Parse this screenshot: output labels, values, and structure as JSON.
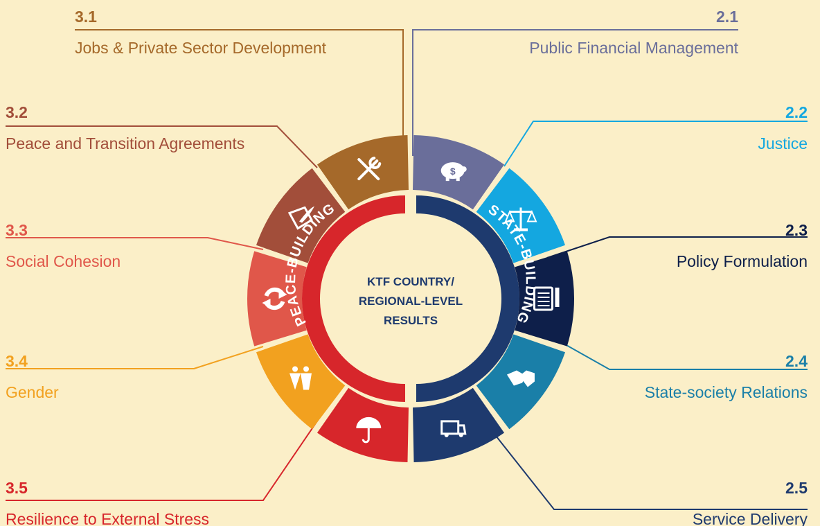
{
  "center": {
    "line1": "KTF COUNTRY/",
    "line2": "REGIONAL-LEVEL",
    "line3": "RESULTS"
  },
  "inner": {
    "peace": "PEACE-BUILDING",
    "state": "STATE-BUILDING"
  },
  "colors": {
    "background": "#fbefc8",
    "peace": "#d7262b",
    "state": "#1e3a6e"
  },
  "items": [
    {
      "id": "3.1",
      "number": "3.1",
      "label": "Jobs & Private Sector Development",
      "color": "#a5692a",
      "icon": "tools-icon"
    },
    {
      "id": "2.1",
      "number": "2.1",
      "label": "Public Financial Management",
      "color": "#6a6e9a",
      "icon": "piggy-bank-icon"
    },
    {
      "id": "3.2",
      "number": "3.2",
      "label": "Peace and Transition Agreements",
      "color": "#a24e3a",
      "icon": "document-signing-icon"
    },
    {
      "id": "2.2",
      "number": "2.2",
      "label": "Justice",
      "color": "#14a7e0",
      "icon": "scales-icon"
    },
    {
      "id": "3.3",
      "number": "3.3",
      "label": "Social Cohesion",
      "color": "#e0574a",
      "icon": "cycle-arrows-icon"
    },
    {
      "id": "2.3",
      "number": "2.3",
      "label": "Policy Formulation",
      "color": "#0e1f4a",
      "icon": "notebook-pen-icon"
    },
    {
      "id": "3.4",
      "number": "3.4",
      "label": "Gender",
      "color": "#f2a11f",
      "icon": "gender-icon"
    },
    {
      "id": "2.4",
      "number": "2.4",
      "label": "State-society Relations",
      "color": "#1a7fa8",
      "icon": "handshake-icon"
    },
    {
      "id": "3.5",
      "number": "3.5",
      "label": "Resilience to External Stress",
      "color": "#d7262b",
      "icon": "umbrella-icon"
    },
    {
      "id": "2.5",
      "number": "2.5",
      "label": "Service Delivery",
      "color": "#1e3a6e",
      "icon": "truck-icon"
    }
  ]
}
